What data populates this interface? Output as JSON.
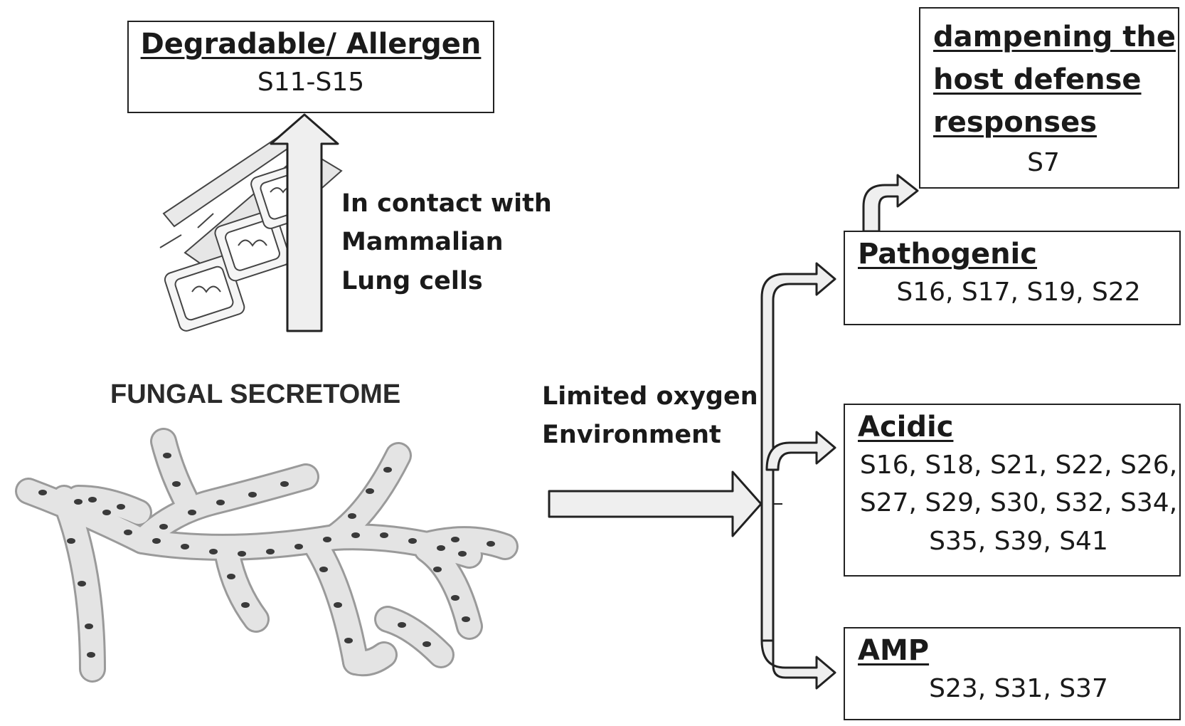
{
  "boxes": {
    "degradable": {
      "title": "Degradable/ Allergen",
      "ids": "S11-S15"
    },
    "dampening": {
      "title_lines": [
        "dampening the",
        "host defense",
        "responses"
      ],
      "ids": "S7"
    },
    "pathogenic": {
      "title": "Pathogenic",
      "ids": "S16, S17, S19, S22"
    },
    "acidic": {
      "title": "Acidic",
      "ids_lines": [
        "S16, S18, S21, S22, S26,",
        "S27, S29, S30, S32, S34,",
        "S35, S39, S41"
      ]
    },
    "amp": {
      "title": "AMP",
      "ids": "S23, S31, S37"
    }
  },
  "labels": {
    "lung_contact": [
      "In contact with",
      "Mammalian",
      "Lung cells"
    ],
    "oxygen": [
      "Limited oxygen",
      "Environment"
    ],
    "fungal": "FUNGAL SECRETOME"
  },
  "colors": {
    "arrow_fill": "#efefef",
    "stroke": "#222222",
    "hypha_fill": "#e4e4e4",
    "nucleus": "#3a3a3a"
  }
}
